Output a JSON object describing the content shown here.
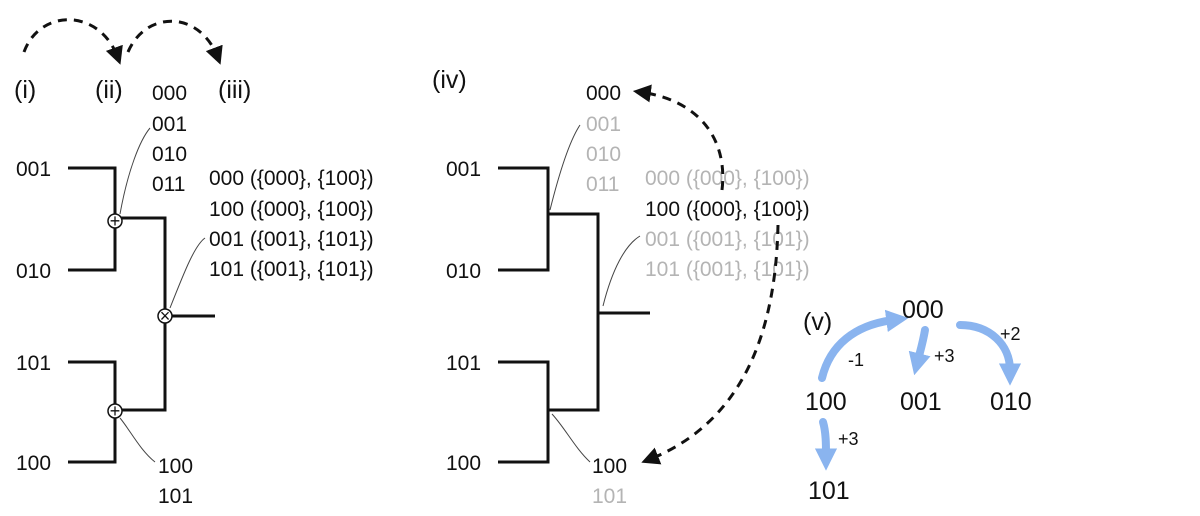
{
  "panels": {
    "i": "(i)",
    "ii": "(ii)",
    "iii": "(iii)",
    "iv": "(iv)",
    "v": "(v)"
  },
  "tree_left": {
    "leaves": [
      "001",
      "010",
      "101",
      "100"
    ],
    "node_top_states": [
      "000",
      "001",
      "010",
      "011"
    ],
    "root_states": [
      "000 ({000}, {100})",
      "100 ({000}, {100})",
      "001 ({001}, {101})",
      "101 ({001}, {101})"
    ],
    "node_bottom_states": [
      "100",
      "101"
    ],
    "operators": {
      "sum": "+",
      "product": "×"
    }
  },
  "tree_right": {
    "leaves": [
      "001",
      "010",
      "101",
      "100"
    ],
    "node_top_states": [
      "000",
      "001",
      "010",
      "011"
    ],
    "node_top_selected": "000",
    "root_states": [
      "000 ({000}, {100})",
      "100 ({000}, {100})",
      "001 ({001}, {101})",
      "101 ({001}, {101})"
    ],
    "root_selected": "100 ({000}, {100})",
    "node_bottom_states": [
      "100",
      "101"
    ],
    "node_bottom_selected": "100"
  },
  "graph_v": {
    "nodes": [
      "000",
      "100",
      "001",
      "010",
      "101"
    ],
    "edges": [
      {
        "from": "100",
        "to": "000",
        "weight": "-1"
      },
      {
        "from": "000",
        "to": "001",
        "weight": "+3"
      },
      {
        "from": "000",
        "to": "010",
        "weight": "+2"
      },
      {
        "from": "100",
        "to": "101",
        "weight": "+3"
      }
    ]
  },
  "colors": {
    "text": "#111111",
    "muted": "#b4b4b4",
    "arrow_blue": "#8ab4ef"
  }
}
